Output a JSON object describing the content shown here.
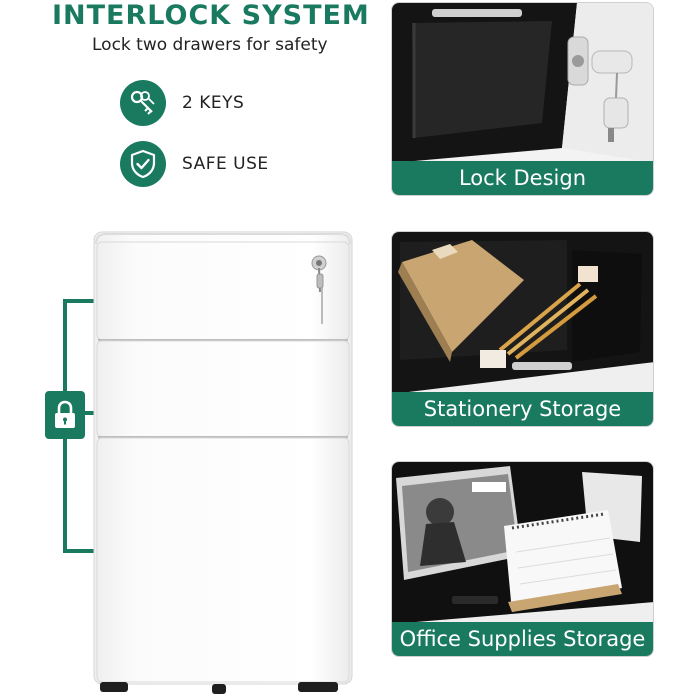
{
  "header": {
    "title": "INTERLOCK SYSTEM",
    "subtitle": "Lock two drawers for safety"
  },
  "features": [
    {
      "label": "2 KEYS",
      "icon": "keys-icon"
    },
    {
      "label": "SAFE USE",
      "icon": "shield-check-icon"
    }
  ],
  "cabinet": {
    "icon": "padlock-icon"
  },
  "panels": [
    {
      "caption": "Lock Design",
      "icon": "lock-cylinder-photo"
    },
    {
      "caption": "Stationery Storage",
      "icon": "stationery-drawer-photo"
    },
    {
      "caption": "Office Supplies Storage",
      "icon": "office-supplies-drawer-photo"
    }
  ],
  "colors": {
    "accent": "#1a7a5f",
    "cabinet": "#f7f7f7",
    "drawer_interior": "#111111"
  }
}
